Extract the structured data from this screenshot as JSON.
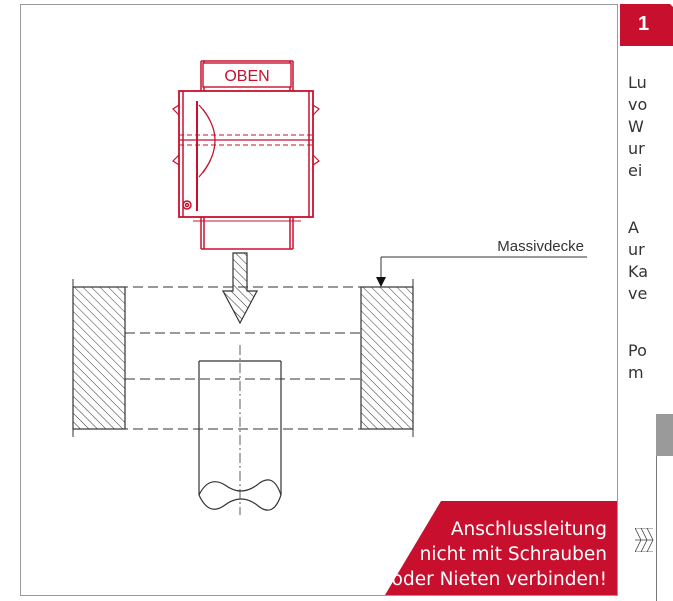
{
  "drawing": {
    "top_label": "OBEN",
    "ceiling_label": "Massivdecke"
  },
  "warning": {
    "line1": "Anschlussleitung",
    "line2": "nicht mit Schrauben",
    "line3": "oder Nieten verbinden!"
  },
  "step": {
    "number": "1",
    "fragments": [
      "Lu",
      "vo",
      "W",
      "ur",
      "ei",
      "A",
      "ur",
      "Ka",
      "ve",
      "Po",
      "m"
    ]
  },
  "colors": {
    "accent_red": "#c8102e",
    "line_gray": "#444444"
  }
}
